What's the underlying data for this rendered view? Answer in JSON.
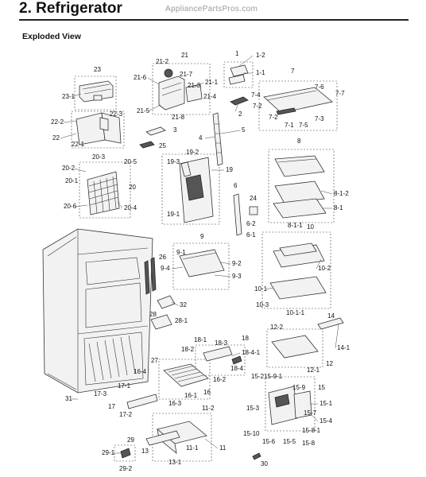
{
  "header": {
    "title": "2. Refrigerator",
    "watermark": "AppliancePartsPros.com",
    "section": "Exploded View"
  },
  "callouts": [
    {
      "id": "c23",
      "text": "23"
    },
    {
      "id": "c23_1",
      "text": "23-1"
    },
    {
      "id": "c22",
      "text": "22"
    },
    {
      "id": "c22_1",
      "text": "22-1"
    },
    {
      "id": "c22_2",
      "text": "22-2"
    },
    {
      "id": "c22_3",
      "text": "22-3"
    },
    {
      "id": "c21",
      "text": "21"
    },
    {
      "id": "c21_1",
      "text": "21-1"
    },
    {
      "id": "c21_2",
      "text": "21-2"
    },
    {
      "id": "c21_3",
      "text": "21-3"
    },
    {
      "id": "c21_4",
      "text": "21-4"
    },
    {
      "id": "c21_5",
      "text": "21-5"
    },
    {
      "id": "c21_6",
      "text": "21-6"
    },
    {
      "id": "c21_7",
      "text": "21-7"
    },
    {
      "id": "c21_8",
      "text": "21-8"
    },
    {
      "id": "c3",
      "text": "3"
    },
    {
      "id": "c25",
      "text": "25"
    },
    {
      "id": "c1",
      "text": "1"
    },
    {
      "id": "c1_1",
      "text": "1-1"
    },
    {
      "id": "c1_2",
      "text": "1-2"
    },
    {
      "id": "c2",
      "text": "2"
    },
    {
      "id": "c4",
      "text": "4"
    },
    {
      "id": "c5",
      "text": "5"
    },
    {
      "id": "c7",
      "text": "7"
    },
    {
      "id": "c7_1",
      "text": "7-1"
    },
    {
      "id": "c7_2a",
      "text": "7-2"
    },
    {
      "id": "c7_2b",
      "text": "7-2"
    },
    {
      "id": "c7_3",
      "text": "7-3"
    },
    {
      "id": "c7_4",
      "text": "7-4"
    },
    {
      "id": "c7_5",
      "text": "7-5"
    },
    {
      "id": "c7_6",
      "text": "7-6"
    },
    {
      "id": "c7_7",
      "text": "7-7"
    },
    {
      "id": "c20",
      "text": "20"
    },
    {
      "id": "c20_1",
      "text": "20-1"
    },
    {
      "id": "c20_2",
      "text": "20-2"
    },
    {
      "id": "c20_3",
      "text": "20-3"
    },
    {
      "id": "c20_4",
      "text": "20-4"
    },
    {
      "id": "c20_5",
      "text": "20-5"
    },
    {
      "id": "c20_6",
      "text": "20-6"
    },
    {
      "id": "c19",
      "text": "19"
    },
    {
      "id": "c19_1",
      "text": "19-1"
    },
    {
      "id": "c19_2",
      "text": "19-2"
    },
    {
      "id": "c19_3",
      "text": "19-3"
    },
    {
      "id": "c6",
      "text": "6"
    },
    {
      "id": "c6_1",
      "text": "6-1"
    },
    {
      "id": "c6_2",
      "text": "6-2"
    },
    {
      "id": "c24",
      "text": "24"
    },
    {
      "id": "c8",
      "text": "8"
    },
    {
      "id": "c8_1",
      "text": "8-1"
    },
    {
      "id": "c8_1_1",
      "text": "8-1-1"
    },
    {
      "id": "c8_1_2",
      "text": "8-1-2"
    },
    {
      "id": "c9",
      "text": "9"
    },
    {
      "id": "c9_1",
      "text": "9-1"
    },
    {
      "id": "c9_2",
      "text": "9-2"
    },
    {
      "id": "c9_3",
      "text": "9-3"
    },
    {
      "id": "c9_4",
      "text": "9-4"
    },
    {
      "id": "c10",
      "text": "10"
    },
    {
      "id": "c10_1",
      "text": "10-1"
    },
    {
      "id": "c10_1_1",
      "text": "10-1-1"
    },
    {
      "id": "c10_2",
      "text": "10-2"
    },
    {
      "id": "c10_3",
      "text": "10-3"
    },
    {
      "id": "c26",
      "text": "26"
    },
    {
      "id": "c32",
      "text": "32"
    },
    {
      "id": "c28",
      "text": "28"
    },
    {
      "id": "c28_1",
      "text": "28-1"
    },
    {
      "id": "c14",
      "text": "14"
    },
    {
      "id": "c14_1",
      "text": "14-1"
    },
    {
      "id": "c12",
      "text": "12"
    },
    {
      "id": "c12_1",
      "text": "12-1"
    },
    {
      "id": "c12_2",
      "text": "12-2"
    },
    {
      "id": "c18",
      "text": "18"
    },
    {
      "id": "c18_1",
      "text": "18-1"
    },
    {
      "id": "c18_2",
      "text": "18-2"
    },
    {
      "id": "c18_3",
      "text": "18-3"
    },
    {
      "id": "c18_4",
      "text": "18-4"
    },
    {
      "id": "c18_4_1",
      "text": "18-4-1"
    },
    {
      "id": "c27",
      "text": "27"
    },
    {
      "id": "c16",
      "text": "16"
    },
    {
      "id": "c16_1",
      "text": "16-1"
    },
    {
      "id": "c16_2",
      "text": "16-2"
    },
    {
      "id": "c16_3",
      "text": "16-3"
    },
    {
      "id": "c16_4",
      "text": "16-4"
    },
    {
      "id": "c31",
      "text": "31"
    },
    {
      "id": "c17",
      "text": "17"
    },
    {
      "id": "c17_1",
      "text": "17-1"
    },
    {
      "id": "c17_2",
      "text": "17-2"
    },
    {
      "id": "c17_3",
      "text": "17-3"
    },
    {
      "id": "c15",
      "text": "15"
    },
    {
      "id": "c15_1",
      "text": "15-1"
    },
    {
      "id": "c15_2",
      "text": "15-2"
    },
    {
      "id": "c15_3",
      "text": "15-3"
    },
    {
      "id": "c15_4",
      "text": "15-4"
    },
    {
      "id": "c15_5",
      "text": "15-5"
    },
    {
      "id": "c15_6",
      "text": "15-6"
    },
    {
      "id": "c15_7",
      "text": "15-7"
    },
    {
      "id": "c15_8",
      "text": "15-8"
    },
    {
      "id": "c15_8_1",
      "text": "15-8-1"
    },
    {
      "id": "c15_9",
      "text": "15-9"
    },
    {
      "id": "c15_9_1",
      "text": "15-9-1"
    },
    {
      "id": "c15_10",
      "text": "15-10"
    },
    {
      "id": "c11",
      "text": "11"
    },
    {
      "id": "c11_1",
      "text": "11-1"
    },
    {
      "id": "c11_2",
      "text": "11-2"
    },
    {
      "id": "c13",
      "text": "13"
    },
    {
      "id": "c13_1",
      "text": "13-1"
    },
    {
      "id": "c29",
      "text": "29"
    },
    {
      "id": "c29_1",
      "text": "29-1"
    },
    {
      "id": "c29_2",
      "text": "29-2"
    },
    {
      "id": "c30",
      "text": "30"
    }
  ]
}
